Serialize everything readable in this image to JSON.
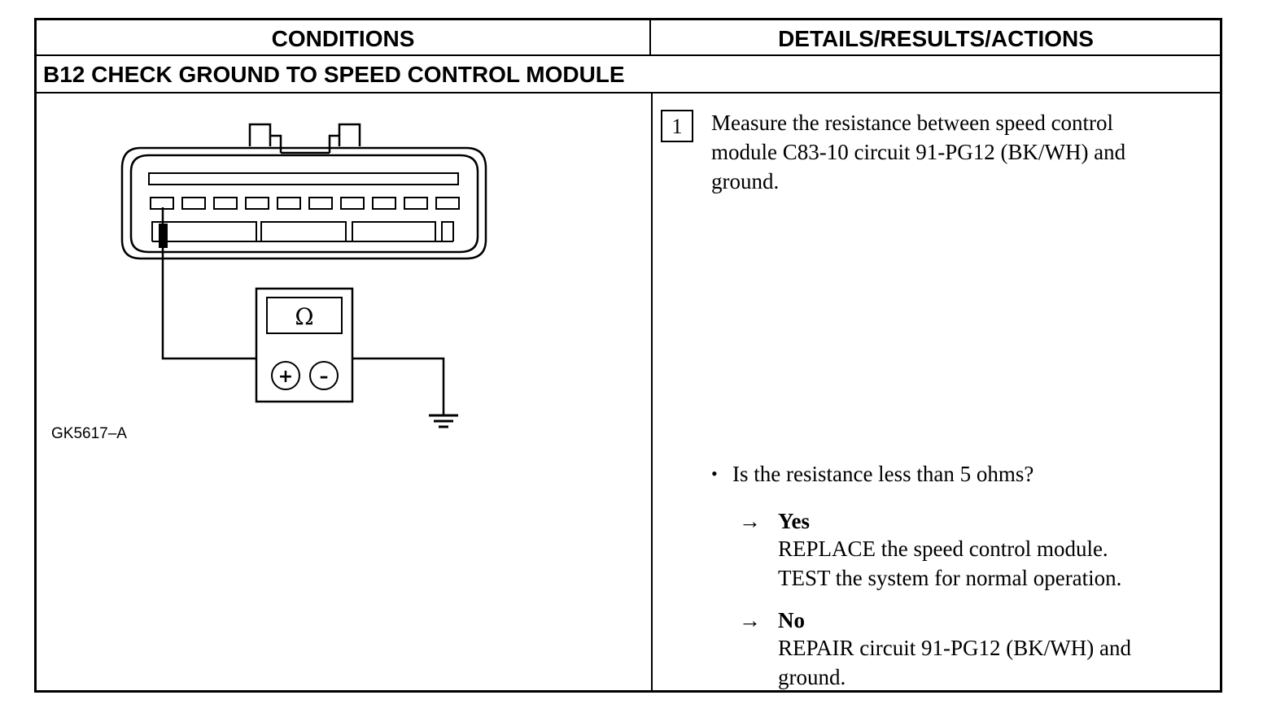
{
  "header": {
    "conditions": "CONDITIONS",
    "details": "DETAILS/RESULTS/ACTIONS"
  },
  "step": {
    "title": "B12 CHECK GROUND TO SPEED CONTROL MODULE"
  },
  "figure": {
    "id": "GK5617–A",
    "meter_symbol": "Ω",
    "plus_symbol": "+",
    "minus_symbol": "–",
    "icons": [
      "connector-icon",
      "ohmmeter-icon",
      "ground-icon"
    ]
  },
  "action": {
    "number": "1",
    "instruction": "Measure the resistance between speed control module C83-10 circuit 91-PG12 (BK/WH) and ground.",
    "instruction_lines": [
      "Measure the resistance between speed control",
      "module C83-10 circuit 91-PG12 (BK/WH) and",
      "ground."
    ],
    "bullet": "•",
    "question": "Is the resistance less than 5 ohms?",
    "outcomes": [
      {
        "arrow": "→",
        "label": "Yes",
        "lines": [
          "REPLACE the speed control module.",
          "TEST the system for normal operation."
        ]
      },
      {
        "arrow": "→",
        "label": "No",
        "lines": [
          "REPAIR circuit 91-PG12 (BK/WH) and",
          "ground."
        ]
      }
    ]
  }
}
